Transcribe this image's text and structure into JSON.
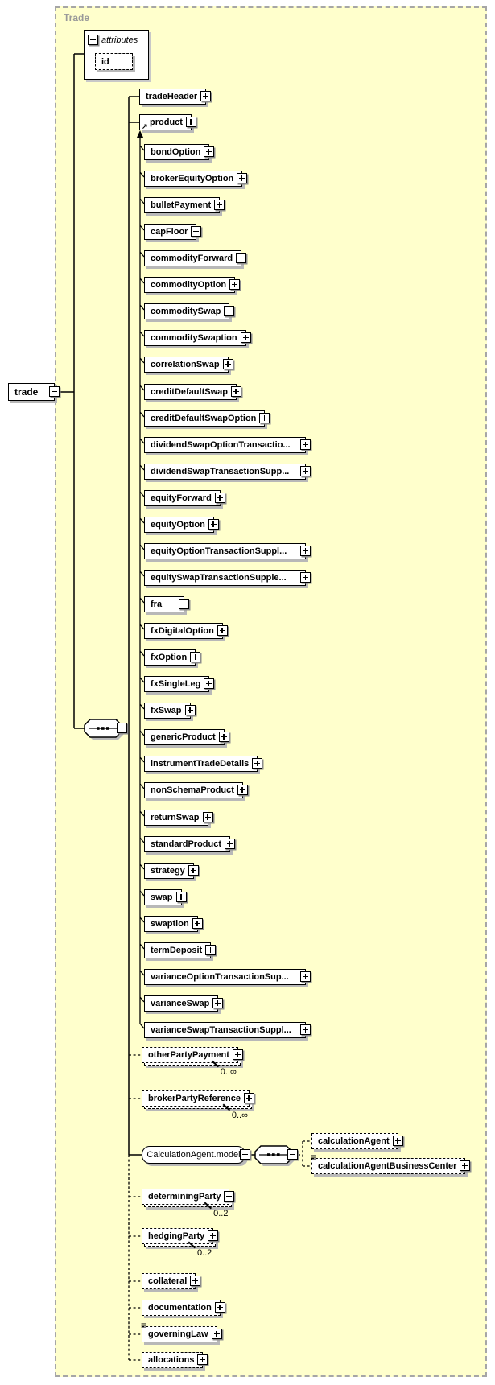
{
  "panel": {
    "label": "Trade"
  },
  "root": {
    "label": "trade"
  },
  "attributes_group": {
    "label": "attributes",
    "items": [
      {
        "label": "id",
        "optional": true
      }
    ]
  },
  "children": [
    {
      "label": "tradeHeader",
      "kind": "element",
      "required": true
    },
    {
      "label": "product",
      "kind": "element",
      "required": true,
      "substitution_head": true
    },
    {
      "label": "otherPartyPayment",
      "kind": "element",
      "required": false,
      "occurs": "0..∞"
    },
    {
      "label": "brokerPartyReference",
      "kind": "element",
      "required": false,
      "occurs": "0..∞"
    },
    {
      "label": "CalculationAgent.model",
      "kind": "model-group",
      "required": true,
      "children": [
        {
          "label": "calculationAgent",
          "kind": "element",
          "required": false
        },
        {
          "label": "calculationAgentBusinessCenter",
          "kind": "element",
          "required": false,
          "list_icon": true
        }
      ]
    },
    {
      "label": "determiningParty",
      "kind": "element",
      "required": false,
      "occurs": "0..2"
    },
    {
      "label": "hedgingParty",
      "kind": "element",
      "required": false,
      "occurs": "0..2"
    },
    {
      "label": "collateral",
      "kind": "element",
      "required": false
    },
    {
      "label": "documentation",
      "kind": "element",
      "required": false
    },
    {
      "label": "governingLaw",
      "kind": "element",
      "required": false,
      "list_icon": true
    },
    {
      "label": "allocations",
      "kind": "element",
      "required": false
    }
  ],
  "product_substitutions": [
    "bondOption",
    "brokerEquityOption",
    "bulletPayment",
    "capFloor",
    "commodityForward",
    "commodityOption",
    "commoditySwap",
    "commoditySwaption",
    "correlationSwap",
    "creditDefaultSwap",
    "creditDefaultSwapOption",
    "dividendSwapOptionTransactio...",
    "dividendSwapTransactionSupp...",
    "equityForward",
    "equityOption",
    "equityOptionTransactionSuppl...",
    "equitySwapTransactionSupple...",
    "fra",
    "fxDigitalOption",
    "fxOption",
    "fxSingleLeg",
    "fxSwap",
    "genericProduct",
    "instrumentTradeDetails",
    "nonSchemaProduct",
    "returnSwap",
    "standardProduct",
    "strategy",
    "swap",
    "swaption",
    "termDeposit",
    "varianceOptionTransactionSup...",
    "varianceSwap",
    "varianceSwapTransactionSuppl..."
  ],
  "icons": {
    "substitution_arrow": "↗",
    "list_content": "≡",
    "sequence": "sequence-icon"
  },
  "colors": {
    "panel_bg": "#ffffcc",
    "panel_border": "#a6a6a6",
    "panel_label": "#999999",
    "box_border": "#000000",
    "shadow": "#b8b8b8"
  }
}
